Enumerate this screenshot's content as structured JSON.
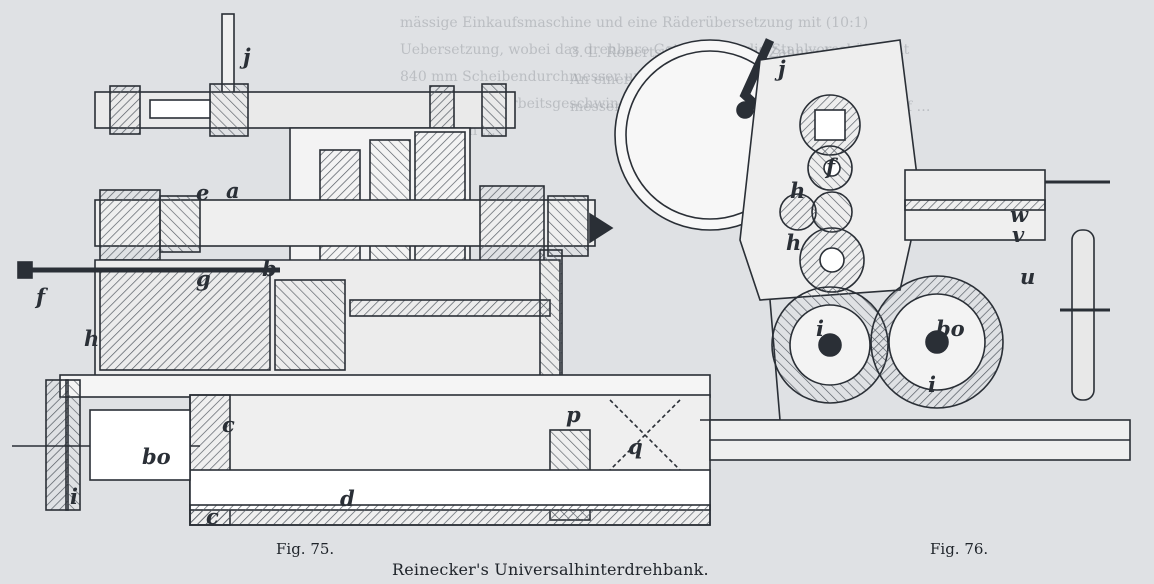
{
  "captions": {
    "fig75": "Fig. 75.",
    "fig76": "Fig. 76.",
    "title": "Reinecker's Universalhinterdrehbank."
  },
  "labels_fig75": [
    "j",
    "e",
    "a",
    "b",
    "f",
    "g",
    "h",
    "i",
    "c",
    "d",
    "p",
    "q",
    "bo",
    "c"
  ],
  "labels_fig76": [
    "j",
    "f",
    "h",
    "h",
    "w",
    "v",
    "u",
    "i",
    "bo",
    "i"
  ],
  "colors": {
    "paper": "#dfe1e4",
    "ink": "#2a2f36",
    "hatch": "#555b63"
  }
}
